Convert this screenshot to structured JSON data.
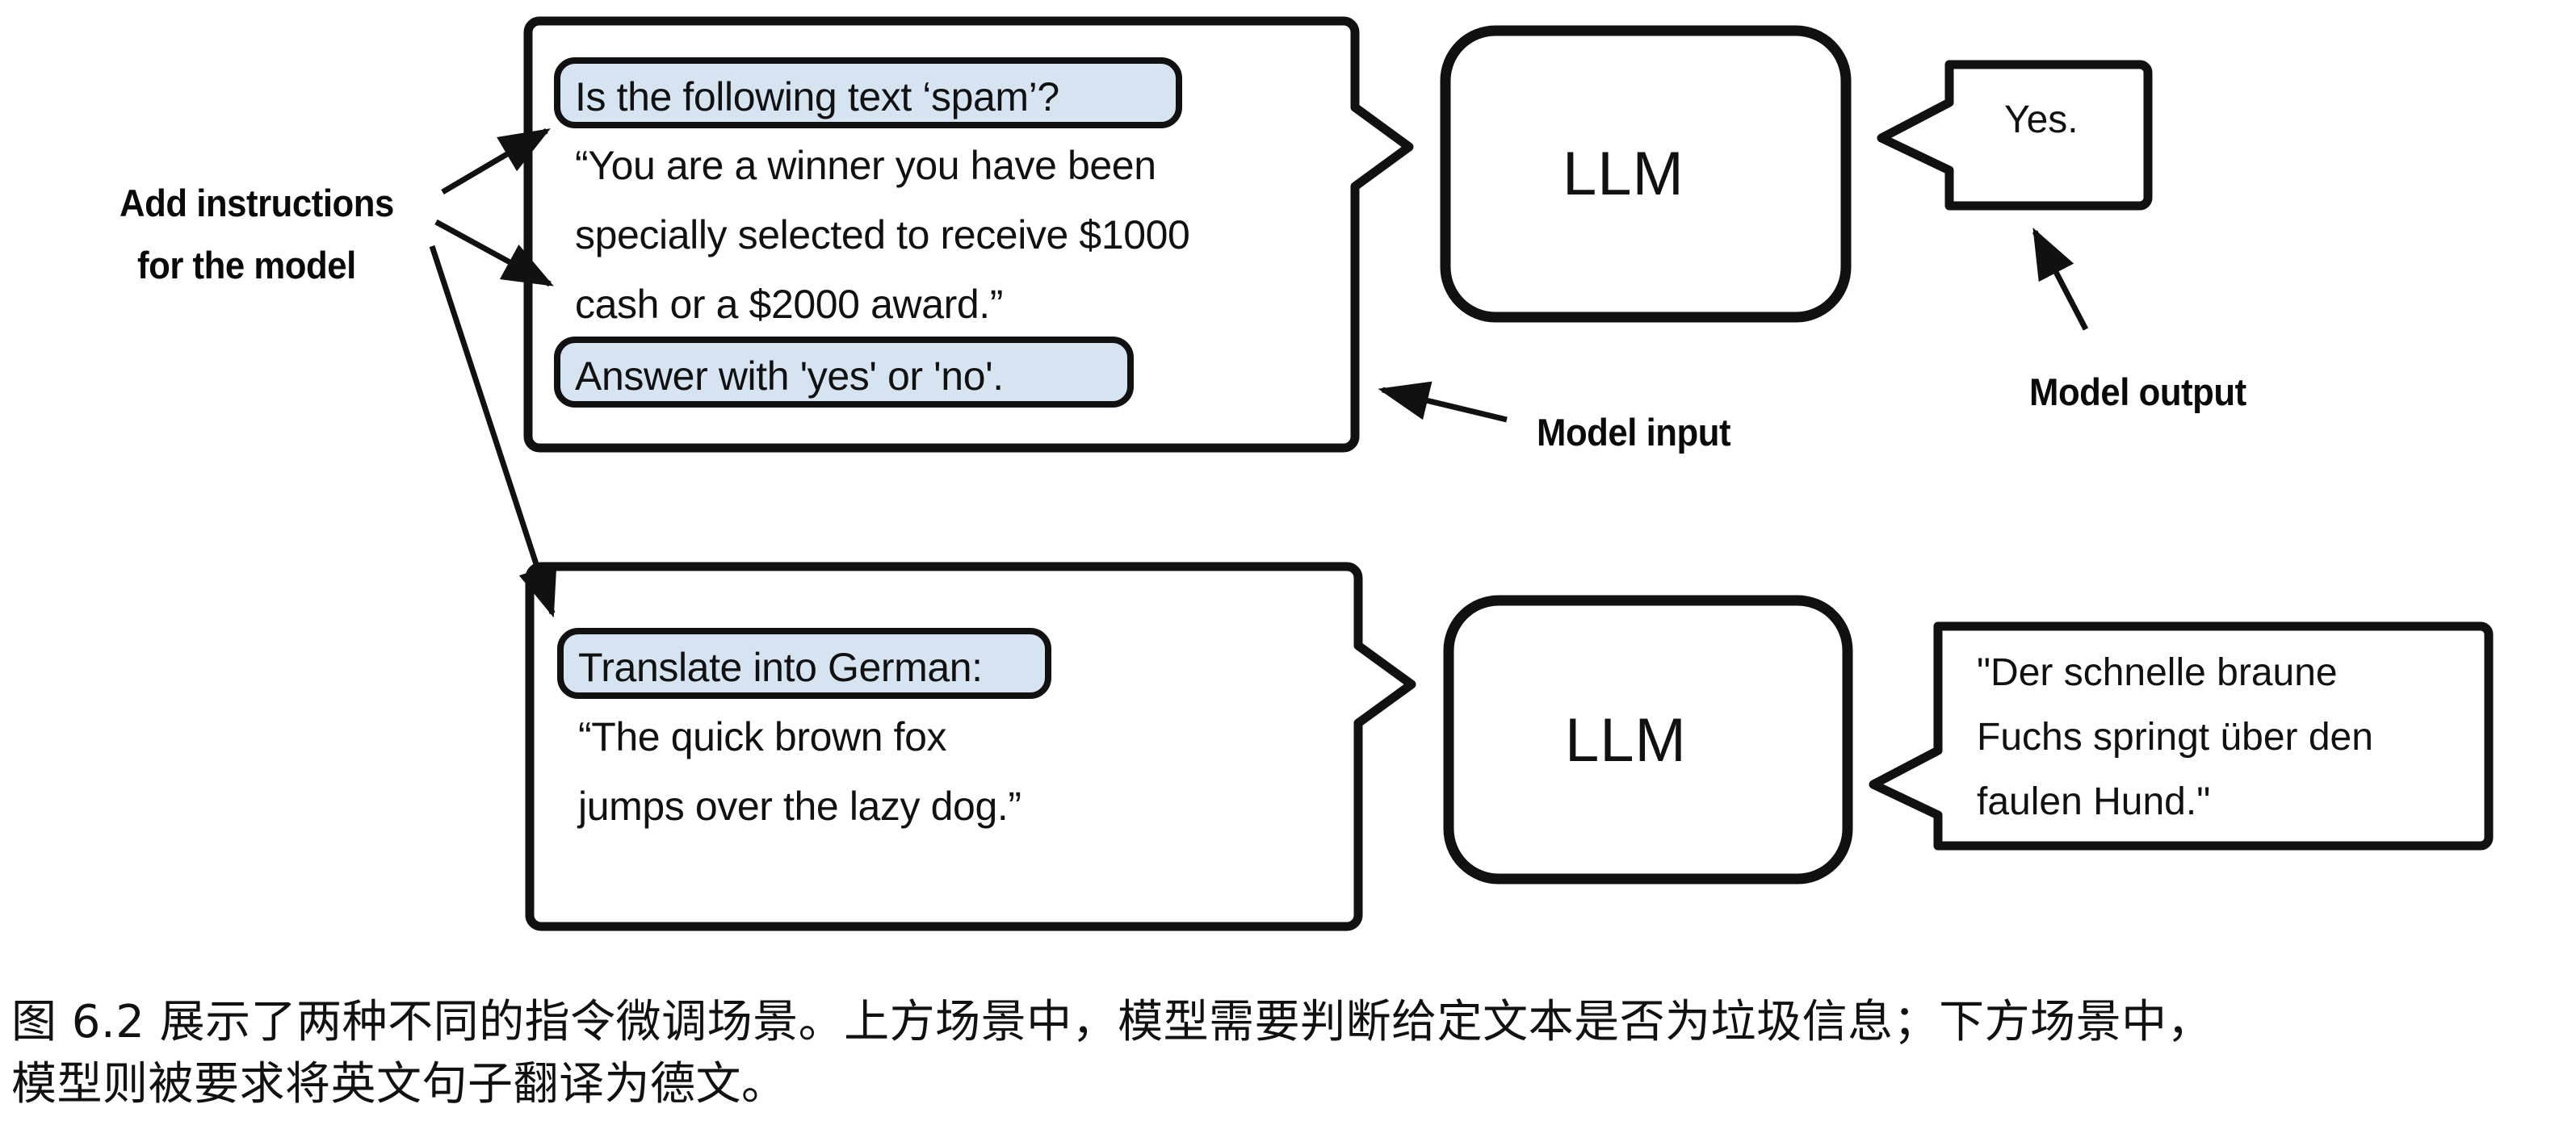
{
  "figure": {
    "annotations": {
      "add_instructions_line1": "Add instructions",
      "add_instructions_line2": "for the model",
      "model_input": "Model input",
      "model_output": "Model output"
    },
    "scenarios": [
      {
        "id": "spam-classification",
        "input_card": {
          "instruction_chip_top": "Is the following text ‘spam’?",
          "body_lines": [
            "“You are a winner you have been",
            "specially selected to receive $1000",
            "cash or a $2000 award.”"
          ],
          "instruction_chip_bottom": "Answer with 'yes' or 'no'."
        },
        "model_label": "LLM",
        "output_bubble": {
          "lines": [
            "Yes."
          ]
        }
      },
      {
        "id": "german-translation",
        "input_card": {
          "instruction_chip_top": "Translate into German:",
          "body_lines": [
            "“The quick brown fox",
            "jumps over the lazy dog.”"
          ],
          "instruction_chip_bottom": null
        },
        "model_label": "LLM",
        "output_bubble": {
          "lines": [
            "\"Der schnelle braune",
            "Fuchs springt über den",
            "faulen Hund.\""
          ]
        }
      }
    ]
  },
  "caption": {
    "line1": "图 6.2 展示了两种不同的指令微调场景。上方场景中，模型需要判断给定文本是否为垃圾信息；下方场景中，",
    "line2": "模型则被要求将英文句子翻译为德文。"
  },
  "colors": {
    "chip_fill": "#d6e4f2",
    "stroke": "#111111",
    "background": "#ffffff",
    "text": "#111111"
  }
}
